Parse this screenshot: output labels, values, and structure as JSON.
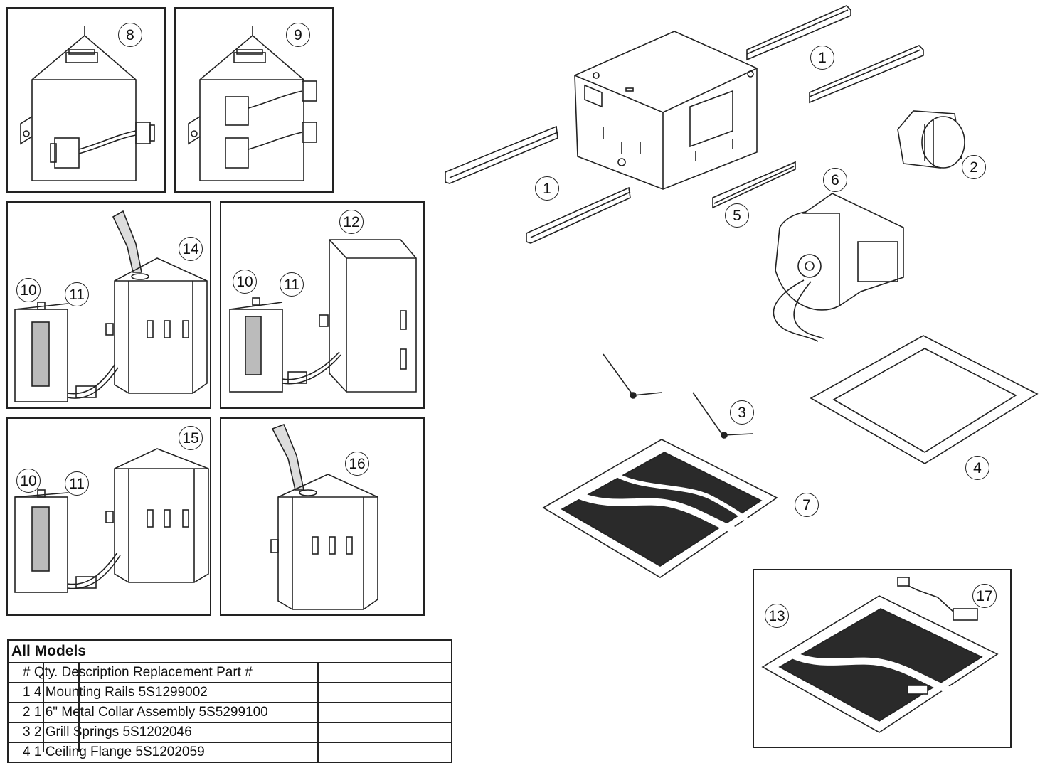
{
  "callouts": {
    "c8": "8",
    "c9": "9",
    "c14": "14",
    "c10a": "10",
    "c11a": "11",
    "c12": "12",
    "c10b": "10",
    "c11b": "11",
    "c15": "15",
    "c10c": "10",
    "c11c": "11",
    "c16": "16",
    "c1a": "1",
    "c1b": "1",
    "c2": "2",
    "c6": "6",
    "c5": "5",
    "c3": "3",
    "c4": "4",
    "c7": "7",
    "c13": "13",
    "c17": "17"
  },
  "table": {
    "title": "All Models",
    "rows": [
      "# Qty. Description Replacement Part #",
      "1 4 Mounting Rails 5S1299002",
      "2 1 6\" Metal Collar Assembly 5S5299100",
      "3 2 Grill Springs 5S1202046",
      "4 1 Ceiling Flange 5S1202059"
    ]
  },
  "colors": {
    "line": "#222222",
    "fill": "#ffffff",
    "grill": "#2a2a2a"
  }
}
